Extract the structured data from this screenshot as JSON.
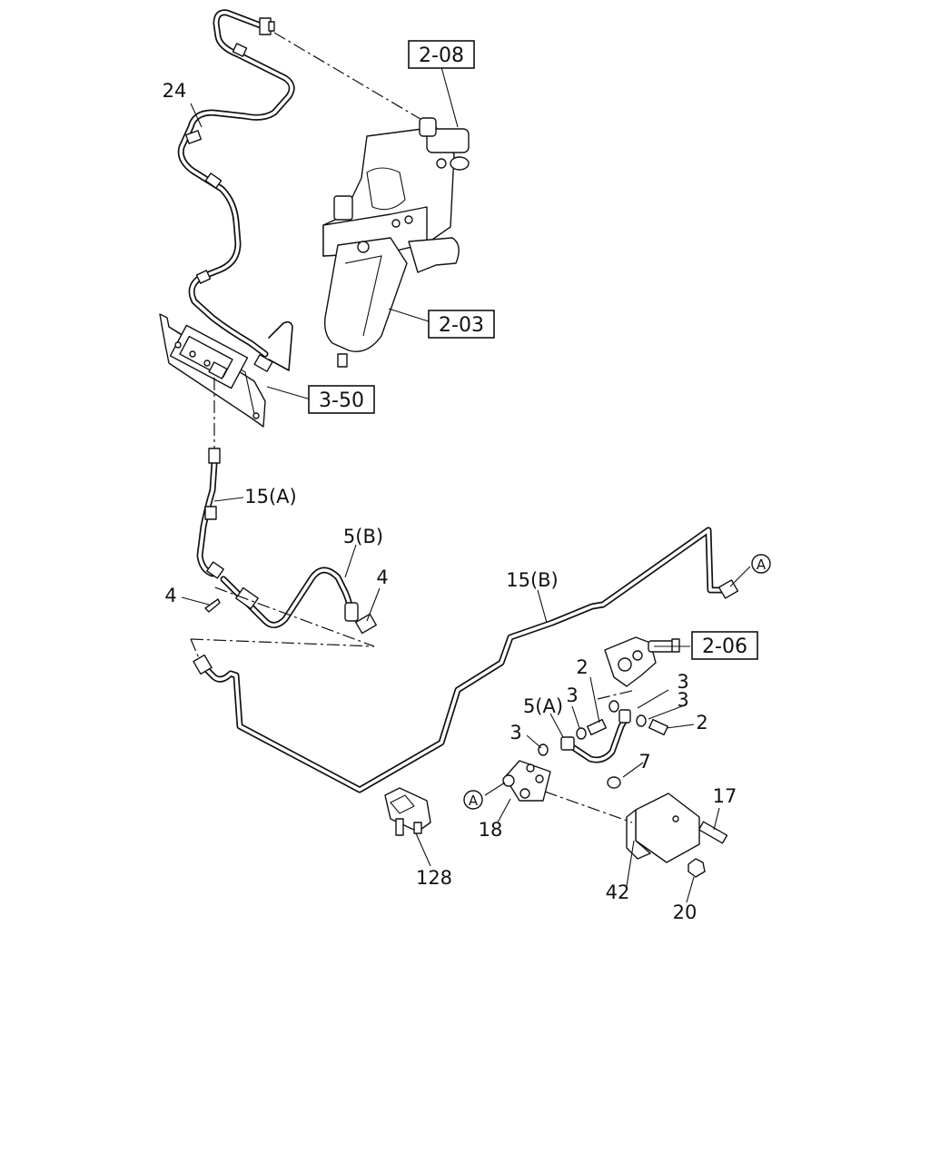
{
  "diagram": {
    "part_labels": {
      "p24": "24",
      "p15a": "15(A)",
      "p5b": "5(B)",
      "p4_left": "4",
      "p4_right": "4",
      "p15b": "15(B)",
      "p2_top": "2",
      "p3_top": "3",
      "p3_right_top": "3",
      "p3_right": "3",
      "p2_right": "2",
      "p5a": "5(A)",
      "p3_left": "3",
      "p7": "7",
      "p17": "17",
      "p18": "18",
      "p42": "42",
      "p20": "20",
      "p128": "128"
    },
    "reference_boxes": {
      "r208": "2-08",
      "r203": "2-03",
      "r350": "3-50",
      "r206": "2-06"
    },
    "connector_markers": {
      "a_right": "A",
      "a_left": "A"
    }
  }
}
